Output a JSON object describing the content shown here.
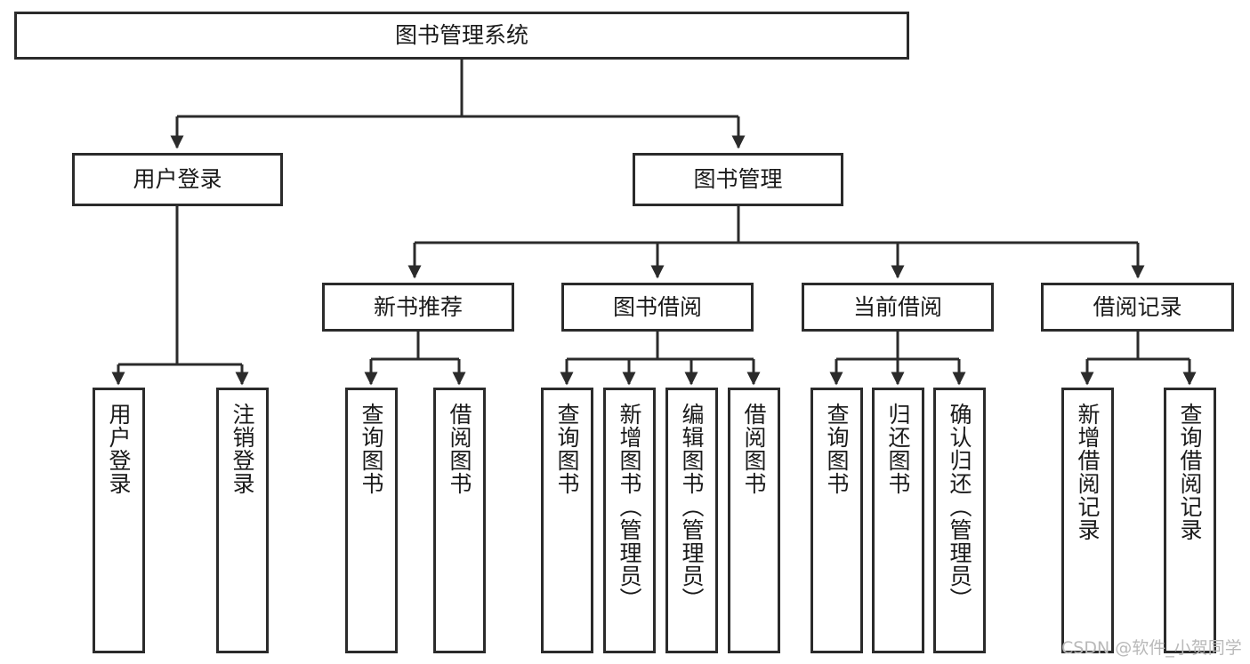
{
  "diagram": {
    "title": "图书管理系统",
    "type": "tree",
    "colors": {
      "stroke": "#2b2b2b",
      "fill": "#ffffff",
      "text": "#1a1a1a",
      "watermark": "#b9b9b9"
    },
    "levels": {
      "root": {
        "label": "图书管理系统"
      },
      "level2": [
        {
          "label": "用户登录"
        },
        {
          "label": "图书管理"
        }
      ],
      "level3": [
        {
          "label": "新书推荐"
        },
        {
          "label": "图书借阅"
        },
        {
          "label": "当前借阅"
        },
        {
          "label": "借阅记录"
        }
      ],
      "leaves": [
        {
          "label": "用户登录",
          "parent": "用户登录"
        },
        {
          "label": "注销登录",
          "parent": "用户登录"
        },
        {
          "label": "查询图书",
          "parent": "新书推荐"
        },
        {
          "label": "借阅图书",
          "parent": "新书推荐"
        },
        {
          "label": "查询图书",
          "parent": "图书借阅"
        },
        {
          "label": "新增图书（管理员）",
          "parent": "图书借阅"
        },
        {
          "label": "编辑图书（管理员）",
          "parent": "图书借阅"
        },
        {
          "label": "借阅图书",
          "parent": "图书借阅"
        },
        {
          "label": "查询图书",
          "parent": "当前借阅"
        },
        {
          "label": "归还图书",
          "parent": "当前借阅"
        },
        {
          "label": "确认归还（管理员）",
          "parent": "当前借阅"
        },
        {
          "label": "新增借阅记录",
          "parent": "借阅记录"
        },
        {
          "label": "查询借阅记录",
          "parent": "借阅记录"
        }
      ]
    },
    "watermark": "CSDN @软件_小贺同学"
  }
}
